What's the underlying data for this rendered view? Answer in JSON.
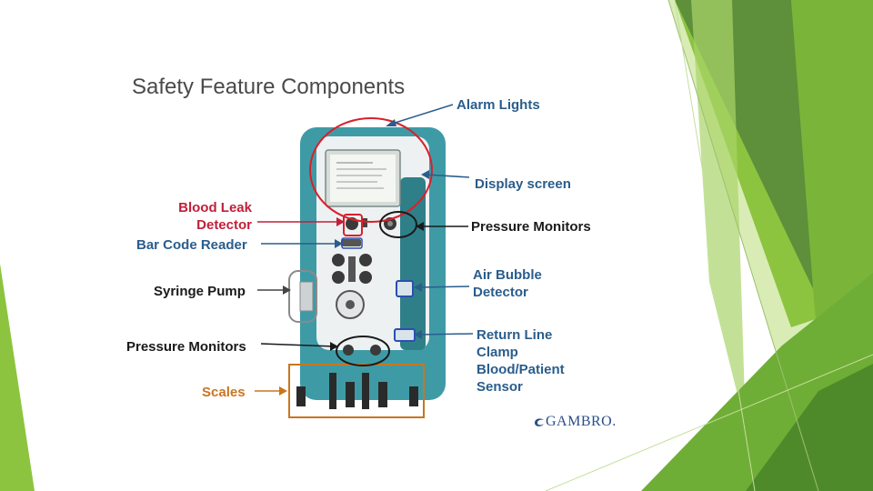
{
  "slide": {
    "title": "Safety Feature Components"
  },
  "labels": {
    "alarm_lights": "Alarm Lights",
    "display_screen": "Display screen",
    "blood_leak_line1": "Blood Leak",
    "blood_leak_line2": "Detector",
    "bar_code_reader": "Bar Code Reader",
    "pressure_monitors_right": "Pressure Monitors",
    "air_bubble_line1": "Air Bubble",
    "air_bubble_line2": "Detector",
    "syringe_pump": "Syringe Pump",
    "pressure_monitors_left": "Pressure Monitors",
    "return_line_1": "Return Line",
    "return_line_2": "Clamp",
    "return_line_3": "Blood/Patient",
    "return_line_4": "Sensor",
    "scales": "Scales"
  },
  "logo": {
    "text": "GAMBRO."
  },
  "colors": {
    "theme_green_dark": "#5e8f3a",
    "theme_green": "#8cc43f",
    "theme_green_light": "#d3e8a8",
    "label_blue": "#2a5d8c",
    "label_red": "#c0203a",
    "label_orange": "#c8761f",
    "machine_teal": "#3e9ba6"
  },
  "icons": {
    "logo_mark": "gambro-swirl-icon"
  }
}
